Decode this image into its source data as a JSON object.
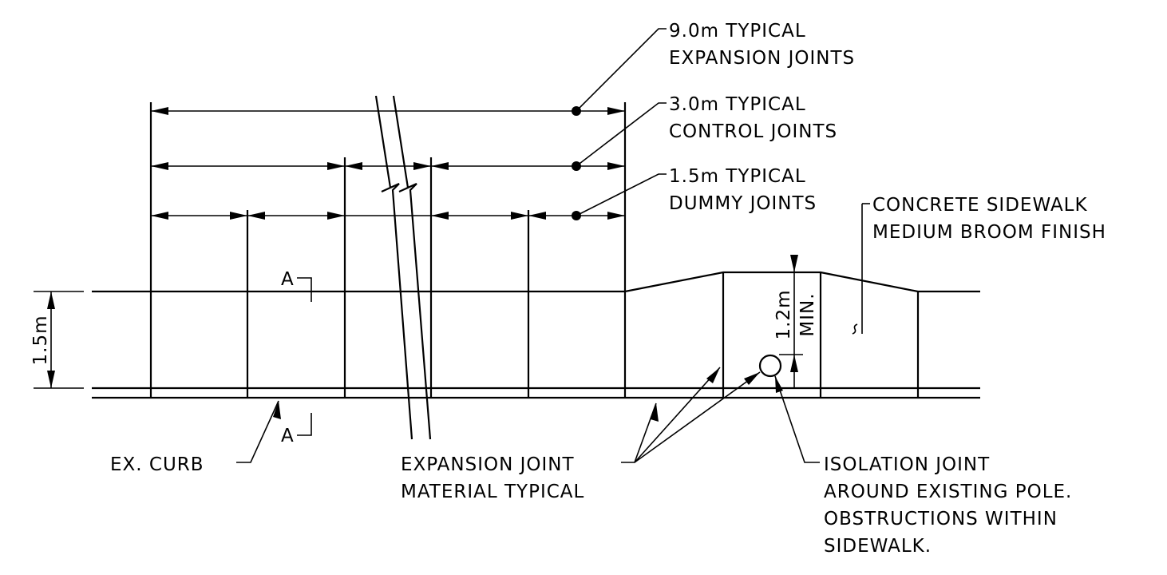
{
  "callouts": {
    "expansion_spacing": {
      "line1": "9.0m TYPICAL",
      "line2": "EXPANSION JOINTS"
    },
    "control_spacing": {
      "line1": "3.0m TYPICAL",
      "line2": "CONTROL JOINTS"
    },
    "dummy_spacing": {
      "line1": "1.5m TYPICAL",
      "line2": "DUMMY JOINTS"
    },
    "sidewalk_finish": {
      "line1": "CONCRETE SIDEWALK",
      "line2": "MEDIUM BROOM FINISH"
    },
    "curb": {
      "label": "EX. CURB"
    },
    "joint_material": {
      "line1": "EXPANSION JOINT",
      "line2": "MATERIAL TYPICAL"
    },
    "isolation_joint": {
      "line1": "ISOLATION JOINT",
      "line2": "AROUND EXISTING POLE.",
      "line3": "OBSTRUCTIONS WITHIN",
      "line4": "SIDEWALK."
    }
  },
  "dimensions": {
    "sidewalk_width": "1.5m",
    "clear_width_value": "1.2m",
    "clear_width_qualifier": "MIN."
  },
  "section_marks": {
    "top": "A",
    "bottom": "A"
  }
}
